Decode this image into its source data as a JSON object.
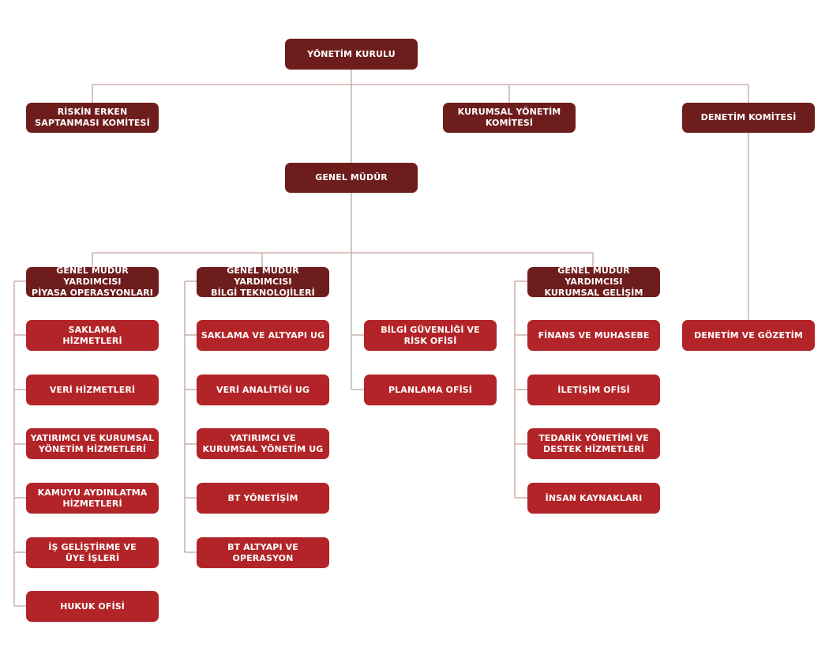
{
  "colors": {
    "dark_box": "#6e1d1d",
    "light_box": "#b32428",
    "connector": "#c4a49e"
  },
  "board": "YÖNETİM KURULU",
  "committees": {
    "early_risk": "RİSKİN ERKEN\nSAPTANMASI KOMİTESİ",
    "corporate_gov": "KURUMSAL YÖNETİM\nKOMİTESİ",
    "audit": "DENETİM KOMİTESİ"
  },
  "ceo": "GENEL MÜDÜR",
  "audit_unit": "DENETİM VE GÖZETİM",
  "market_ops": {
    "title": "GENEL MÜDÜR YARDIMCISI\nPİYASA OPERASYONLARI",
    "units": [
      "SAKLAMA\nHİZMETLERİ",
      "VERİ HİZMETLERİ",
      "YATIRIMCI VE KURUMSAL\nYÖNETİM HİZMETLERİ",
      "KAMUYU AYDINLATMA\nHİZMETLERİ",
      "İŞ GELİŞTİRME VE\nÜYE İŞLERİ",
      "HUKUK OFİSİ"
    ]
  },
  "it": {
    "title": "GENEL MÜDÜR YARDIMCISI\nBİLGİ TEKNOLOJİLERİ",
    "units": [
      "SAKLAMA VE ALTYAPI UG",
      "VERİ ANALİTİĞİ UG",
      "YATIRIMCI VE\nKURUMSAL YÖNETİM UG",
      "BT YÖNETİŞİM",
      "BT ALTYAPI VE\nOPERASYON"
    ]
  },
  "ceo_offices": [
    "BİLGİ GÜVENLİĞİ VE\nRİSK OFİSİ",
    "PLANLAMA OFİSİ"
  ],
  "corp_dev": {
    "title": "GENEL MÜDÜR YARDIMCISI\nKURUMSAL GELİŞİM",
    "units": [
      "FİNANS VE MUHASEBE",
      "İLETİŞİM OFİSİ",
      "TEDARİK YÖNETİMİ VE\nDESTEK HİZMETLERİ",
      "İNSAN KAYNAKLARI"
    ]
  }
}
